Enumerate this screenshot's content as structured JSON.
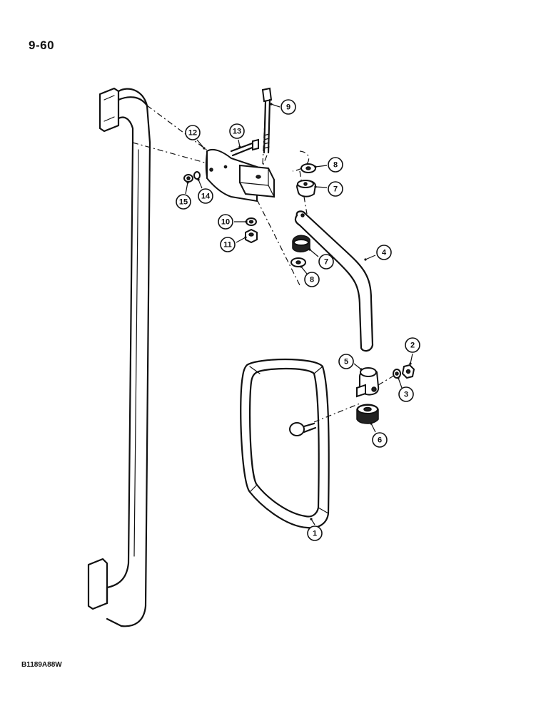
{
  "page": {
    "number": "9-60",
    "figure_code": "B1189A88W"
  },
  "colors": {
    "ink": "#111111",
    "paper": "#ffffff"
  },
  "diagram": {
    "parts": [
      {
        "key": "mirror",
        "number": "1"
      },
      {
        "key": "nut-top-right",
        "number": "2"
      },
      {
        "key": "washer-right",
        "number": "3"
      },
      {
        "key": "arm",
        "number": "4"
      },
      {
        "key": "clamp",
        "number": "5"
      },
      {
        "key": "ball-nut",
        "number": "6"
      },
      {
        "key": "bushing-upper",
        "number": "7"
      },
      {
        "key": "bushing-lower",
        "number": "7"
      },
      {
        "key": "washer-upper",
        "number": "8"
      },
      {
        "key": "washer-lower",
        "number": "8"
      },
      {
        "key": "bolt",
        "number": "9"
      },
      {
        "key": "washer-small",
        "number": "10"
      },
      {
        "key": "nut-small",
        "number": "11"
      },
      {
        "key": "bracket",
        "number": "12"
      },
      {
        "key": "screw",
        "number": "13"
      },
      {
        "key": "lockwasher",
        "number": "14"
      },
      {
        "key": "nut-left",
        "number": "15"
      }
    ]
  }
}
